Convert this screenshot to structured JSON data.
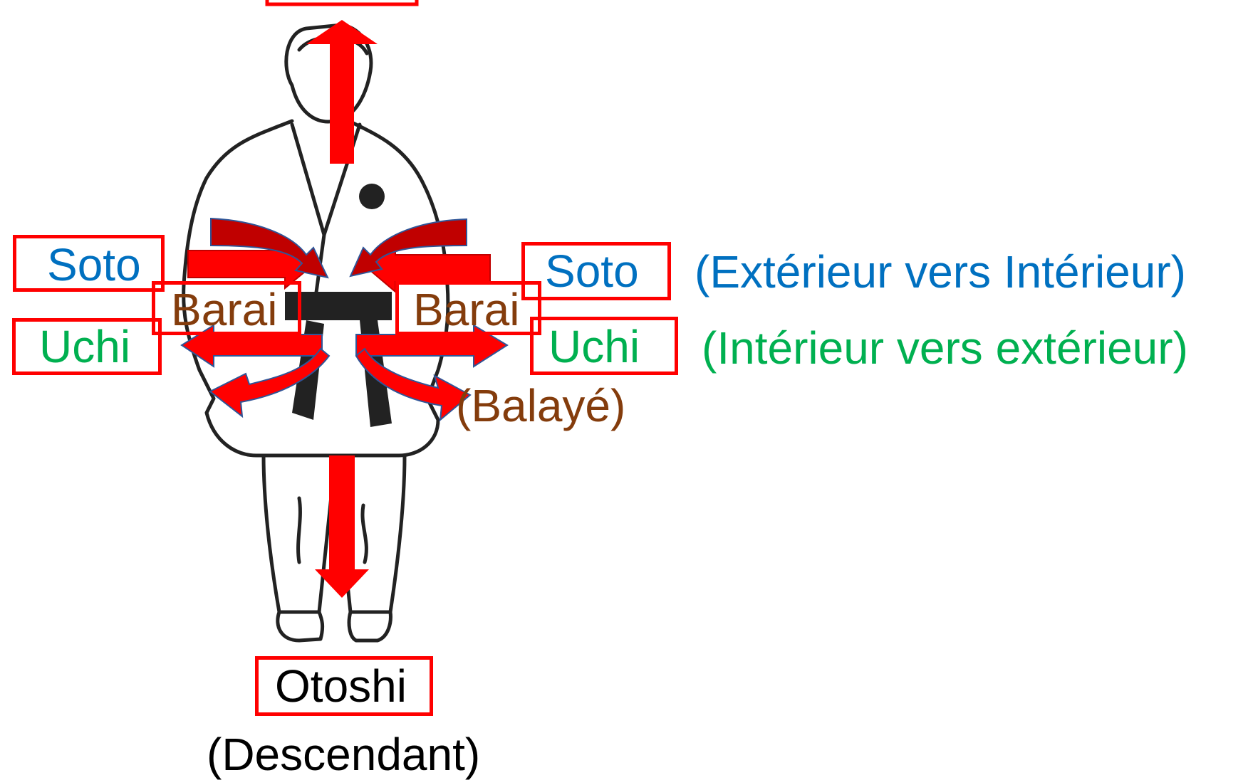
{
  "colors": {
    "arrow": "#ff0000",
    "arrow_dark": "#c00000",
    "soto": "#0070c0",
    "uchi": "#00b050",
    "barai": "#843c0c",
    "otoshi": "#000000"
  },
  "labels": {
    "soto_left": "Soto",
    "soto_right": "Soto",
    "soto_desc": "(Extérieur vers Intérieur)",
    "uchi_left": "Uchi",
    "uchi_right": "Uchi",
    "uchi_desc": "(Intérieur vers extérieur)",
    "barai_left": "Barai",
    "barai_right": "Barai",
    "barai_desc": "(Balayé)",
    "otoshi": "Otoshi",
    "otoshi_desc": "(Descendant)"
  },
  "illustration": {
    "subject": "karateka-standing-figure"
  }
}
